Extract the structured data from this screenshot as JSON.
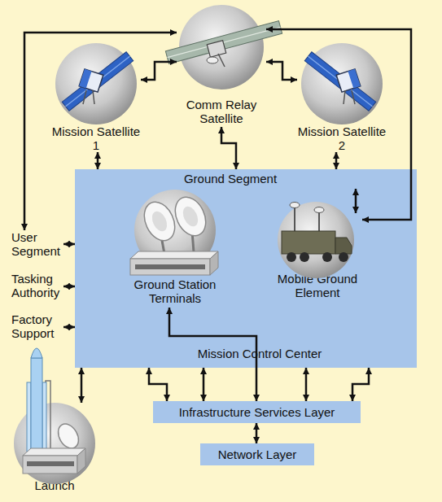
{
  "diagram": {
    "nodes": [
      {
        "text": [
          "Mission Satellite 1"
        ]
      },
      {
        "text": [
          "Comm Relay Satellite"
        ]
      },
      {
        "text": [
          "Mission Satellite 2"
        ]
      },
      {
        "text": [
          "Ground Segment",
          "Mission Control Center"
        ]
      },
      {
        "text": [
          "Ground Station Terminals"
        ],
        "in": 3
      },
      {
        "text": [
          "Mobile Ground Element"
        ],
        "in": 3
      },
      {
        "text": [
          "User Segment"
        ]
      },
      {
        "text": [
          "Tasking Authority"
        ]
      },
      {
        "text": [
          "Factory Support"
        ]
      },
      {
        "text": [
          "Launch"
        ]
      },
      {
        "text": [
          "Infrastructure Services Layer"
        ]
      },
      {
        "text": [
          "Network Layer"
        ]
      }
    ],
    "edges": [
      {
        "from": 0,
        "to": 1,
        "arrow": "both"
      },
      {
        "from": 1,
        "to": 2,
        "arrow": "both"
      },
      {
        "from": 1,
        "to": 3,
        "arrow": "both"
      },
      {
        "from": 0,
        "to": 3,
        "arrow": "both"
      },
      {
        "from": 2,
        "to": 3,
        "arrow": "both"
      },
      {
        "from": 1,
        "to": 5,
        "arrow": "both"
      },
      {
        "from": 6,
        "to": 1,
        "arrow": "both"
      },
      {
        "from": 6,
        "to": 3,
        "arrow": "both"
      },
      {
        "from": 7,
        "to": 3,
        "arrow": "both"
      },
      {
        "from": 8,
        "to": 3,
        "arrow": "both"
      },
      {
        "from": 9,
        "to": 3,
        "arrow": "both"
      },
      {
        "from": 4,
        "to": 10,
        "arrow": "both"
      },
      {
        "from": 3,
        "to": 10,
        "arrow": "both"
      },
      {
        "from": 3,
        "to": 10,
        "arrow": "both"
      },
      {
        "from": 3,
        "to": 10,
        "arrow": "both"
      },
      {
        "from": 3,
        "to": 10,
        "arrow": "both"
      },
      {
        "from": 10,
        "to": 11,
        "arrow": "both"
      }
    ]
  }
}
